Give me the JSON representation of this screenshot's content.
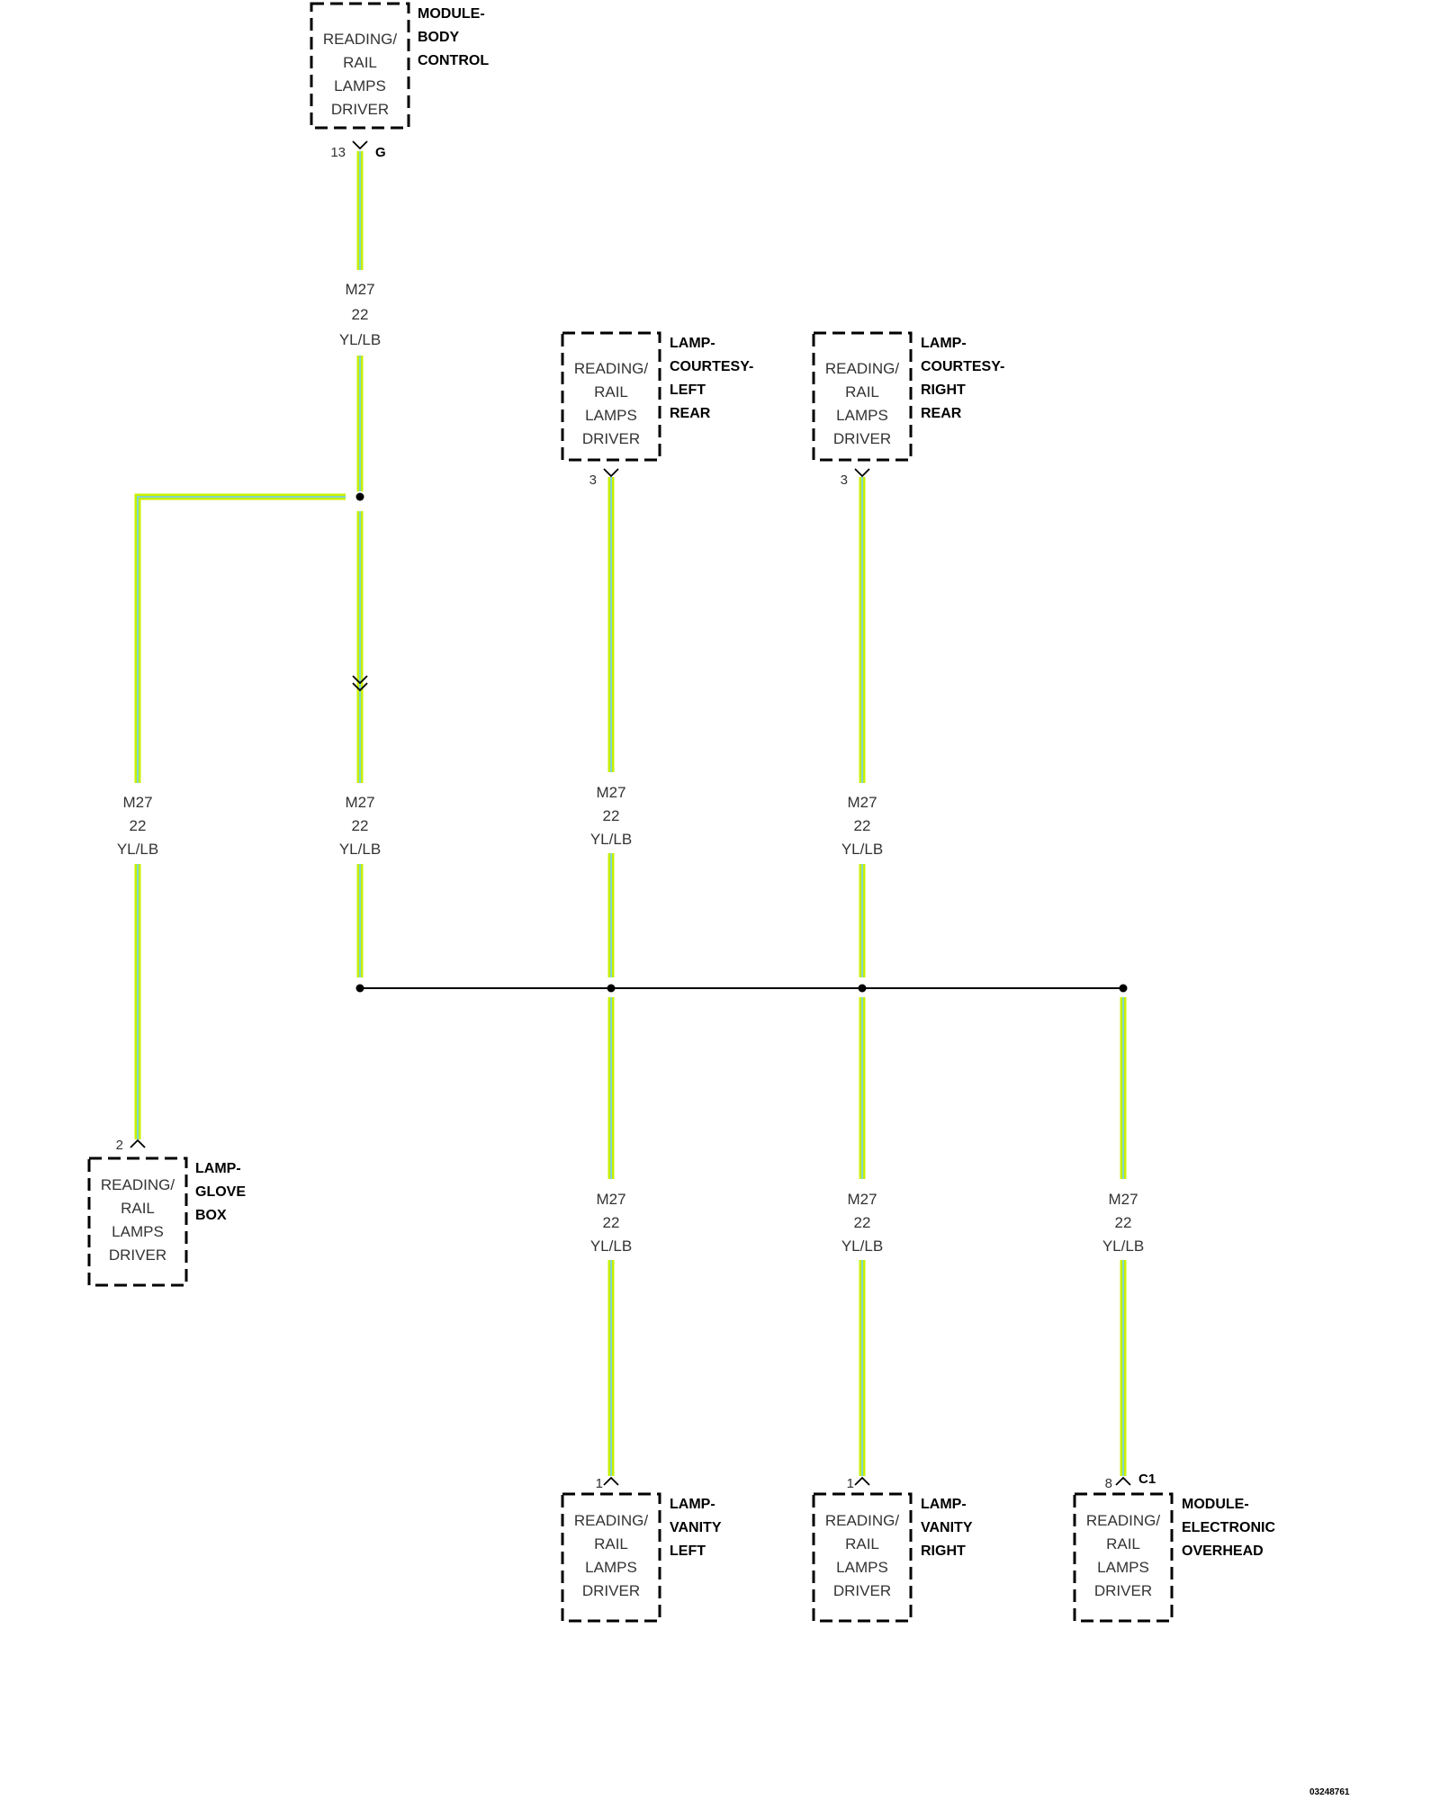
{
  "components": {
    "body_control": {
      "function_lines": [
        "READING/",
        "RAIL",
        "LAMPS",
        "DRIVER"
      ],
      "name_lines": [
        "MODULE-",
        "BODY",
        "CONTROL"
      ],
      "pin": "13",
      "connector": "G"
    },
    "courtesy_left_rear": {
      "function_lines": [
        "READING/",
        "RAIL",
        "LAMPS",
        "DRIVER"
      ],
      "name_lines": [
        "LAMP-",
        "COURTESY-",
        "LEFT",
        "REAR"
      ],
      "pin": "3"
    },
    "courtesy_right_rear": {
      "function_lines": [
        "READING/",
        "RAIL",
        "LAMPS",
        "DRIVER"
      ],
      "name_lines": [
        "LAMP-",
        "COURTESY-",
        "RIGHT",
        "REAR"
      ],
      "pin": "3"
    },
    "glove_box": {
      "function_lines": [
        "READING/",
        "RAIL",
        "LAMPS",
        "DRIVER"
      ],
      "name_lines": [
        "LAMP-",
        "GLOVE",
        "BOX"
      ],
      "pin": "2"
    },
    "vanity_left": {
      "function_lines": [
        "READING/",
        "RAIL",
        "LAMPS",
        "DRIVER"
      ],
      "name_lines": [
        "LAMP-",
        "VANITY",
        "LEFT"
      ],
      "pin": "1"
    },
    "vanity_right": {
      "function_lines": [
        "READING/",
        "RAIL",
        "LAMPS",
        "DRIVER"
      ],
      "name_lines": [
        "LAMP-",
        "VANITY",
        "RIGHT"
      ],
      "pin": "1"
    },
    "electronic_overhead": {
      "function_lines": [
        "READING/",
        "RAIL",
        "LAMPS",
        "DRIVER"
      ],
      "name_lines": [
        "MODULE-",
        "ELECTRONIC",
        "OVERHEAD"
      ],
      "pin": "8",
      "connector": "C1"
    }
  },
  "wire_labels": {
    "bcm_down": [
      "M27",
      "22",
      "YL/LB"
    ],
    "glove_box": [
      "M27",
      "22",
      "YL/LB"
    ],
    "center_drop": [
      "M27",
      "22",
      "YL/LB"
    ],
    "courtesy_left_rear": [
      "M27",
      "22",
      "YL/LB"
    ],
    "courtesy_right_rear": [
      "M27",
      "22",
      "YL/LB"
    ],
    "vanity_left": [
      "M27",
      "22",
      "YL/LB"
    ],
    "vanity_right": [
      "M27",
      "22",
      "YL/LB"
    ],
    "electronic_overhead": [
      "M27",
      "22",
      "YL/LB"
    ]
  },
  "wire_colors": {
    "primary": "#c8f000",
    "tracer": "#7fd6cf",
    "splice_bus": "#000000"
  },
  "doc_id": "03248761"
}
